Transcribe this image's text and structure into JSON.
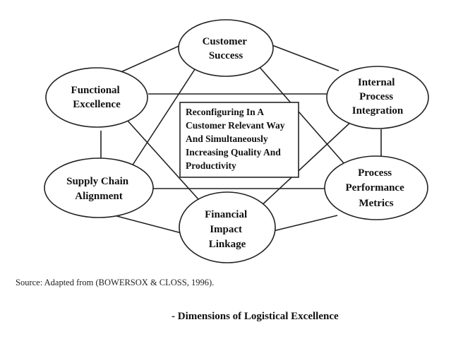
{
  "nodes": {
    "customer_success": [
      "Customer",
      "Success"
    ],
    "functional_excellence": [
      "Functional",
      "Excellence"
    ],
    "internal_process_integration": [
      "Internal",
      "Process",
      "Integration"
    ],
    "supply_chain_alignment": [
      "Supply Chain",
      "Alignment"
    ],
    "process_performance_metrics": [
      "Process",
      "Performance",
      "Metrics"
    ],
    "financial_impact_linkage": [
      "Financial",
      "Impact",
      "Linkage"
    ]
  },
  "center_box": [
    "Reconfiguring In A",
    "Customer Relevant Way",
    "And Simultaneously",
    "Increasing Quality And",
    "Productivity"
  ],
  "source": "Source: Adapted from (BOWERSOX & CLOSS, 1996).",
  "caption": "- Dimensions of Logistical Excellence"
}
